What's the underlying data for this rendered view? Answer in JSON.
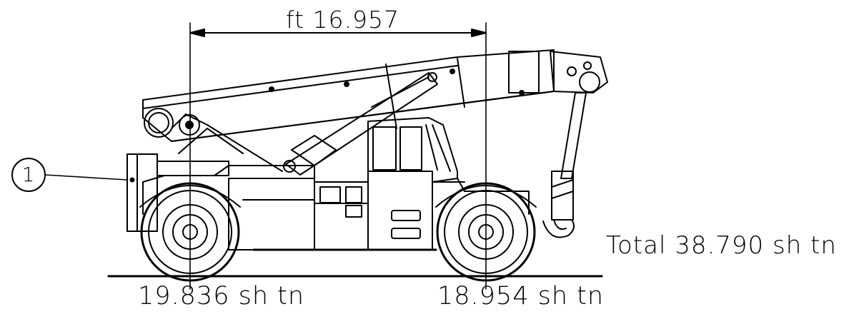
{
  "dimension": {
    "label": "ft 16.957"
  },
  "weights": {
    "total": "Total 38.790 sh tn",
    "front_axle": "19.836 sh tn",
    "rear_axle": "18.954 sh tn"
  },
  "callout": {
    "number": "1"
  },
  "colors": {
    "line": "#000000",
    "background": "#ffffff"
  }
}
